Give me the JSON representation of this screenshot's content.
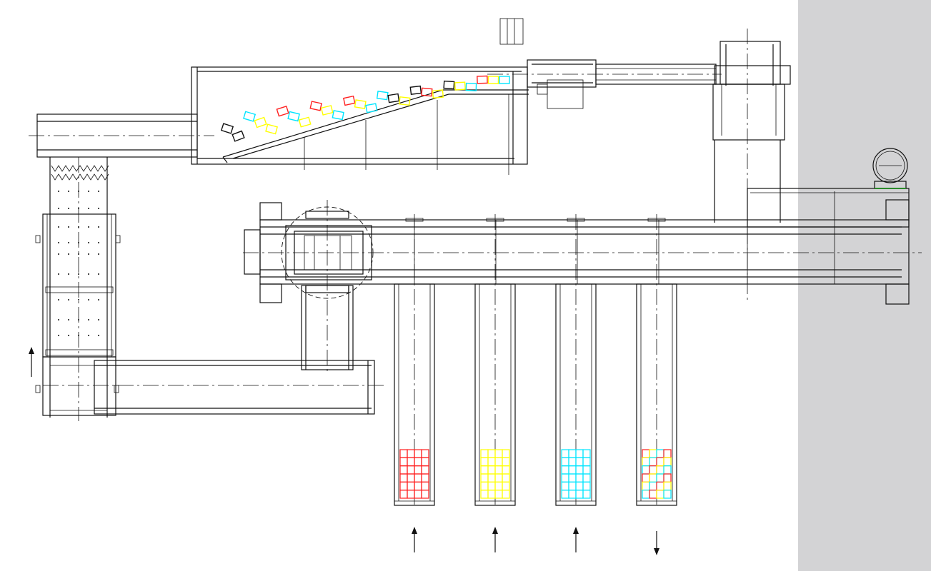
{
  "colors": {
    "background": "#ffffff",
    "side_panel": "#d3d3d5",
    "line": "#111111",
    "carton_red": "#ff2020",
    "carton_yellow": "#ffff00",
    "carton_cyan": "#00e5ff",
    "carton_black": "#111111",
    "motor_green": "#2a8a2a"
  },
  "layout": {
    "side_panel_visible": true
  },
  "diagram": {
    "type": "palletizing-line-plan-view",
    "incline_cartons": [
      "black",
      "black",
      "cyan",
      "yellow",
      "yellow",
      "red",
      "cyan",
      "yellow",
      "red",
      "yellow",
      "cyan",
      "red",
      "yellow",
      "cyan",
      "cyan",
      "black",
      "yellow",
      "black",
      "red",
      "yellow",
      "black",
      "yellow",
      "cyan",
      "red",
      "yellow",
      "cyan"
    ],
    "lanes": [
      {
        "id": "lane-1",
        "pattern": "red",
        "flow": "up"
      },
      {
        "id": "lane-2",
        "pattern": "yellow",
        "flow": "up"
      },
      {
        "id": "lane-3",
        "pattern": "cyan",
        "flow": "up"
      },
      {
        "id": "lane-4",
        "pattern": "mixed",
        "flow": "down"
      }
    ],
    "infeed_arrow": "up",
    "icons": [
      "flow-arrow-up-icon",
      "flow-arrow-down-icon",
      "motor-icon",
      "rotary-table-icon"
    ]
  }
}
